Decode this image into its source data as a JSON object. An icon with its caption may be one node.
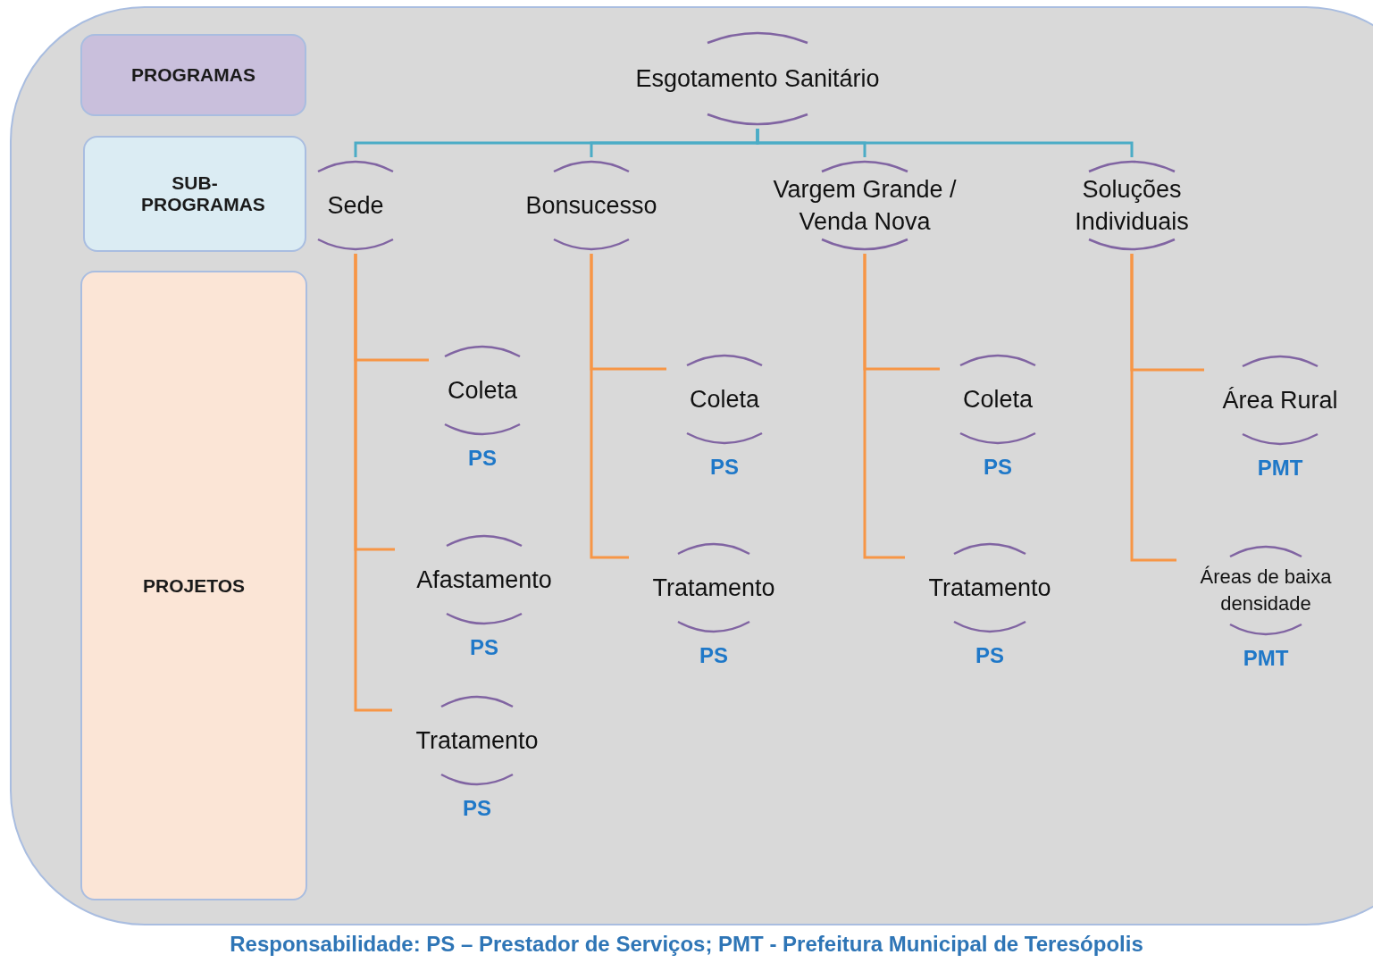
{
  "diagram": {
    "caption": "Responsabilidade: PS – Prestador de Serviços; PMT - Prefeitura Municipal de Teresópolis",
    "nodes": [
      {
        "text": [
          "PROGRAMAS"
        ]
      },
      {
        "text": [
          "SUB- PROGRAMAS"
        ]
      },
      {
        "text": [
          "PROJETOS"
        ]
      },
      {
        "text": [
          "Esgotamento Sanitário"
        ]
      },
      {
        "text": [
          "Sede"
        ]
      },
      {
        "text": [
          "Bonsucesso"
        ]
      },
      {
        "text": [
          "Vargem Grande / Venda Nova"
        ]
      },
      {
        "text": [
          "Soluções Individuais"
        ]
      },
      {
        "text": [
          "Coleta"
        ],
        "beside": [
          "PS"
        ]
      },
      {
        "text": [
          "Afastamento"
        ],
        "beside": [
          "PS"
        ]
      },
      {
        "text": [
          "Tratamento"
        ],
        "beside": [
          "PS"
        ]
      },
      {
        "text": [
          "Coleta"
        ],
        "beside": [
          "PS"
        ]
      },
      {
        "text": [
          "Tratamento"
        ],
        "beside": [
          "PS"
        ]
      },
      {
        "text": [
          "Coleta"
        ],
        "beside": [
          "PS"
        ]
      },
      {
        "text": [
          "Tratamento"
        ],
        "beside": [
          "PS"
        ]
      },
      {
        "text": [
          "Área Rural"
        ],
        "beside": [
          "PMT"
        ]
      },
      {
        "text": [
          "Áreas de baixa densidade"
        ],
        "beside": [
          "PMT"
        ]
      }
    ],
    "edges": [
      {
        "from": 3,
        "to": 4,
        "arrow": "none",
        "color": "#4bacc6"
      },
      {
        "from": 3,
        "to": 5,
        "arrow": "none",
        "color": "#4bacc6"
      },
      {
        "from": 3,
        "to": 6,
        "arrow": "none",
        "color": "#4bacc6"
      },
      {
        "from": 3,
        "to": 7,
        "arrow": "none",
        "color": "#4bacc6"
      },
      {
        "from": 4,
        "to": 8,
        "arrow": "none"
      },
      {
        "from": 4,
        "to": 9,
        "arrow": "none"
      },
      {
        "from": 4,
        "to": 10,
        "arrow": "none"
      },
      {
        "from": 5,
        "to": 11,
        "arrow": "none"
      },
      {
        "from": 5,
        "to": 12,
        "arrow": "none"
      },
      {
        "from": 6,
        "to": 13,
        "arrow": "none"
      },
      {
        "from": 6,
        "to": 14,
        "arrow": "none"
      },
      {
        "from": 7,
        "to": 15,
        "arrow": "none"
      },
      {
        "from": 7,
        "to": 16,
        "arrow": "none"
      }
    ]
  }
}
